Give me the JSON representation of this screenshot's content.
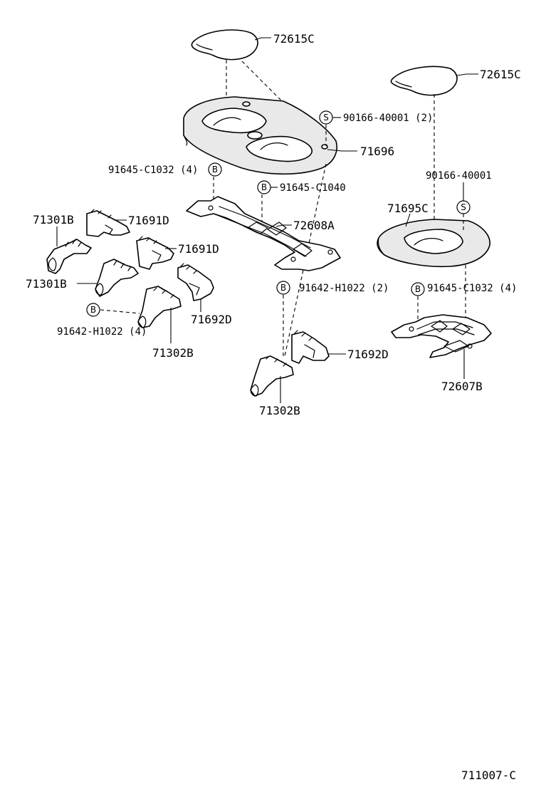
{
  "diagram": {
    "labels": {
      "p72615c_a": "72615C",
      "p72615c_b": "72615C",
      "p90166_2": "90166-40001 (2)",
      "p71696": "71696",
      "p91645c1032_4_left": "91645-C1032 (4)",
      "p91645c1040": "91645-C1040",
      "p90166": "90166-40001",
      "p71695c": "71695C",
      "p71301b_a": "71301B",
      "p71691d_a": "71691D",
      "p72608a": "72608A",
      "p71691d_b": "71691D",
      "p71301b_b": "71301B",
      "p91642h1022_2": "91642-H1022 (2)",
      "p91645c1032_4_right": "91645-C1032 (4)",
      "p91642h1022_4": "91642-H1022 (4)",
      "p71692d_a": "71692D",
      "p71302b_a": "71302B",
      "p71692d_b": "71692D",
      "p72607b": "72607B",
      "p71302b_b": "71302B"
    },
    "symbols": {
      "s1": "S",
      "s2": "S",
      "b1": "B",
      "b2": "B",
      "b3": "B",
      "b4": "B",
      "b5": "B"
    },
    "figure_code": "711007-C"
  }
}
